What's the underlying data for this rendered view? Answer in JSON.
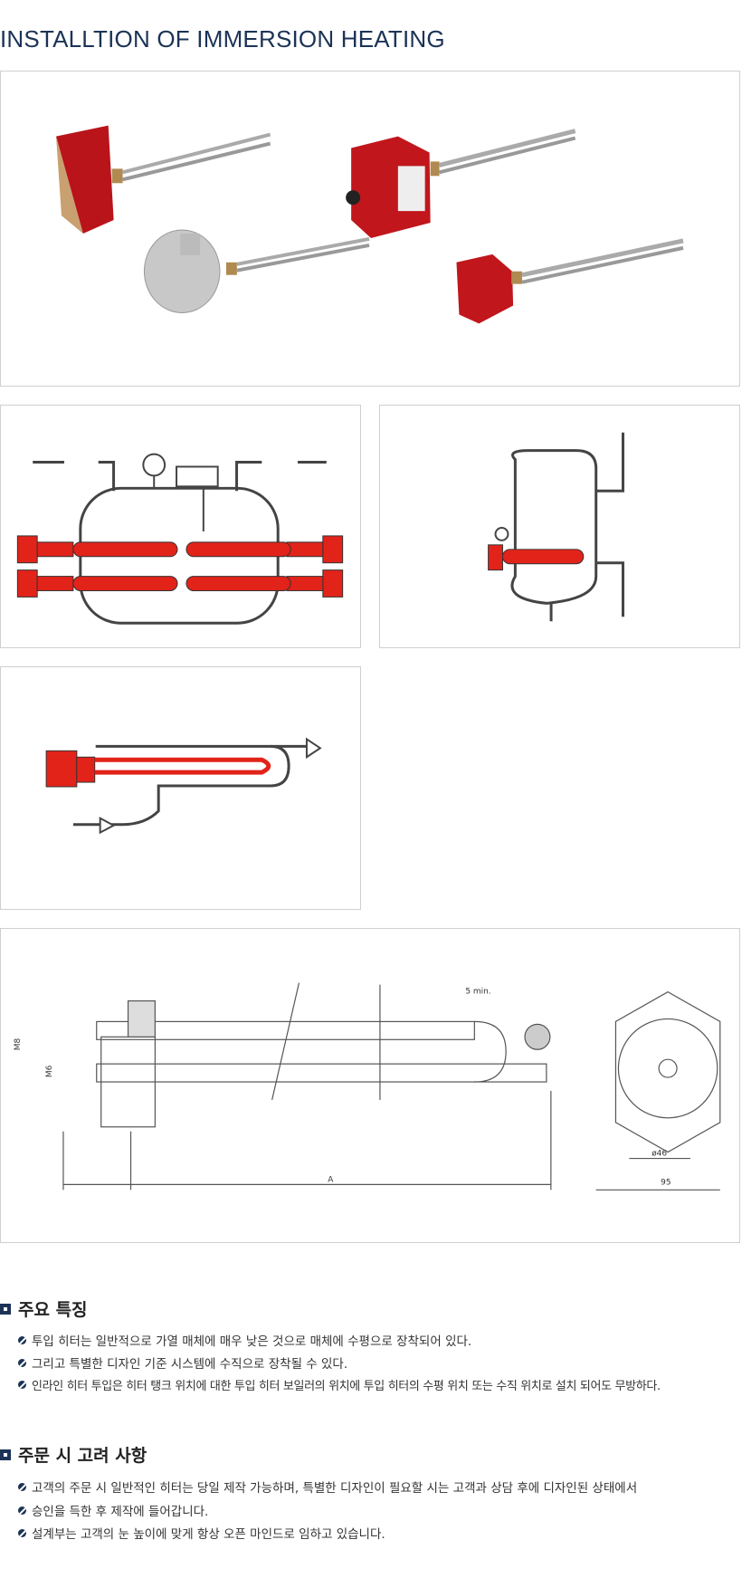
{
  "title": "INSTALLTION OF IMMERSION HEATING",
  "drawing_labels": {
    "five_min": "5 min.",
    "diameter": "ø46",
    "width": "95",
    "length": "A",
    "m8": "M8",
    "m6": "M6"
  },
  "features": {
    "heading": "주요 특징",
    "items": [
      "투입 히터는 일반적으로 가열 매체에 매우 낮은 것으로 매체에 수평으로 장착되어 있다.",
      "그리고 특별한 디자인 기준 시스템에 수직으로 장착될 수 있다.",
      "인라인 히터 투입은 히터 탱크 위치에 대한 투입 히터 보일러의 위치에 투입 히터의 수평 위치 또는 수직 위치로 설치 되어도 무방하다."
    ]
  },
  "order": {
    "heading": "주문 시 고려 사항",
    "items": [
      "고객의 주문 시 일반적인 히터는 당일 제작 가능하며, 특별한 디자인이 필요할 시는 고객과 상담 후에 디자인된 상태에서",
      "승인을 득한 후 제작에 들어갑니다.",
      "설계부는 고객의 눈 높이에 맞게 항상 오픈 마인드로 임하고 있습니다."
    ]
  },
  "colors": {
    "accent": "#1c3357",
    "heater_red": "#e2231a"
  }
}
